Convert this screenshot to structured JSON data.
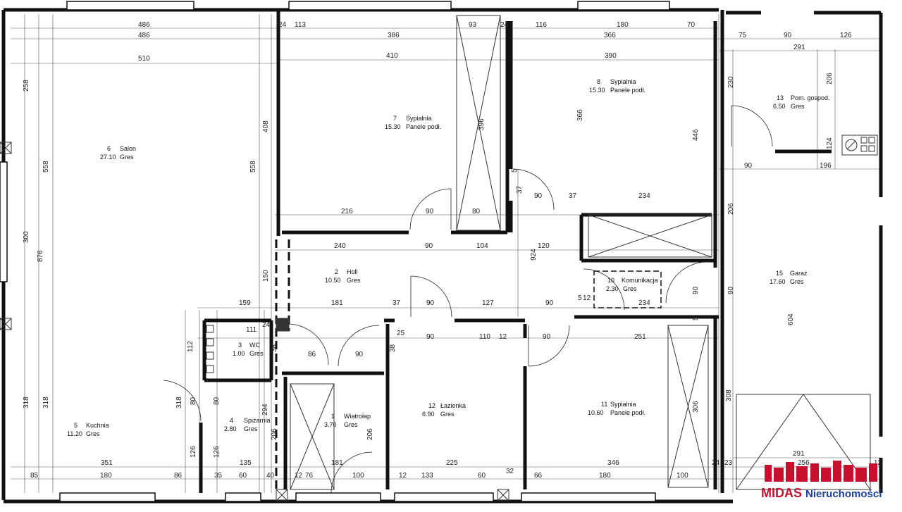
{
  "rooms": [
    {
      "num": "1",
      "name": "Wiatrołap",
      "area": "3.70",
      "floor": "Gres"
    },
    {
      "num": "2",
      "name": "Holl",
      "area": "10.50",
      "floor": "Gres"
    },
    {
      "num": "3",
      "name": "WC",
      "area": "1.00",
      "floor": "Gres"
    },
    {
      "num": "4",
      "name": "Spiżarnia",
      "area": "2.80",
      "floor": "Gres"
    },
    {
      "num": "5",
      "name": "Kuchnia",
      "area": "11.20",
      "floor": "Gres"
    },
    {
      "num": "6",
      "name": "Salon",
      "area": "27.10",
      "floor": "Gres"
    },
    {
      "num": "7",
      "name": "Sypialnia",
      "area": "15.30",
      "floor": "Panele podł."
    },
    {
      "num": "8",
      "name": "Sypialnia",
      "area": "15.30",
      "floor": "Panele podł."
    },
    {
      "num": "10",
      "name": "Komunikacja",
      "area": "2.30",
      "floor": "Gres"
    },
    {
      "num": "11",
      "name": "Sypialnia",
      "area": "10.60",
      "floor": "Panele podł."
    },
    {
      "num": "12",
      "name": "Łazienka",
      "area": "6.90",
      "floor": "Gres"
    },
    {
      "num": "13",
      "name": "Pom. gospod.",
      "area": "6.50",
      "floor": "Gres"
    },
    {
      "num": "15",
      "name": "Garaż",
      "area": "17.60",
      "floor": "Gres"
    }
  ],
  "dimensions_h": [
    "486",
    "486",
    "510",
    "24",
    "113",
    "386",
    "410",
    "93",
    "24",
    "116",
    "366",
    "390",
    "180",
    "70",
    "75",
    "90",
    "126",
    "291",
    "216",
    "90",
    "80",
    "240",
    "90",
    "104",
    "120",
    "234",
    "90",
    "37",
    "90",
    "196",
    "159",
    "181",
    "37",
    "90",
    "127",
    "90",
    "5",
    "12",
    "234",
    "111",
    "24",
    "86",
    "90",
    "25",
    "90",
    "110",
    "12",
    "90",
    "251",
    "351",
    "135",
    "181",
    "225",
    "346",
    "291",
    "256",
    "85",
    "180",
    "86",
    "35",
    "60",
    "40",
    "12",
    "76",
    "100",
    "12",
    "133",
    "60",
    "32",
    "66",
    "180",
    "100",
    "24",
    "23",
    "12"
  ],
  "dimensions_v": [
    "258",
    "558",
    "300",
    "876",
    "318",
    "318",
    "408",
    "558",
    "150",
    "112",
    "318",
    "80",
    "80",
    "126",
    "126",
    "294",
    "206",
    "206",
    "396",
    "366",
    "446",
    "924",
    "230",
    "206",
    "206",
    "90",
    "90",
    "604",
    "308",
    "306",
    "124",
    "38",
    "38",
    "37",
    "5",
    "5"
  ],
  "logo": {
    "brand": "MIDAS",
    "suffix": "Nieruchomości"
  }
}
